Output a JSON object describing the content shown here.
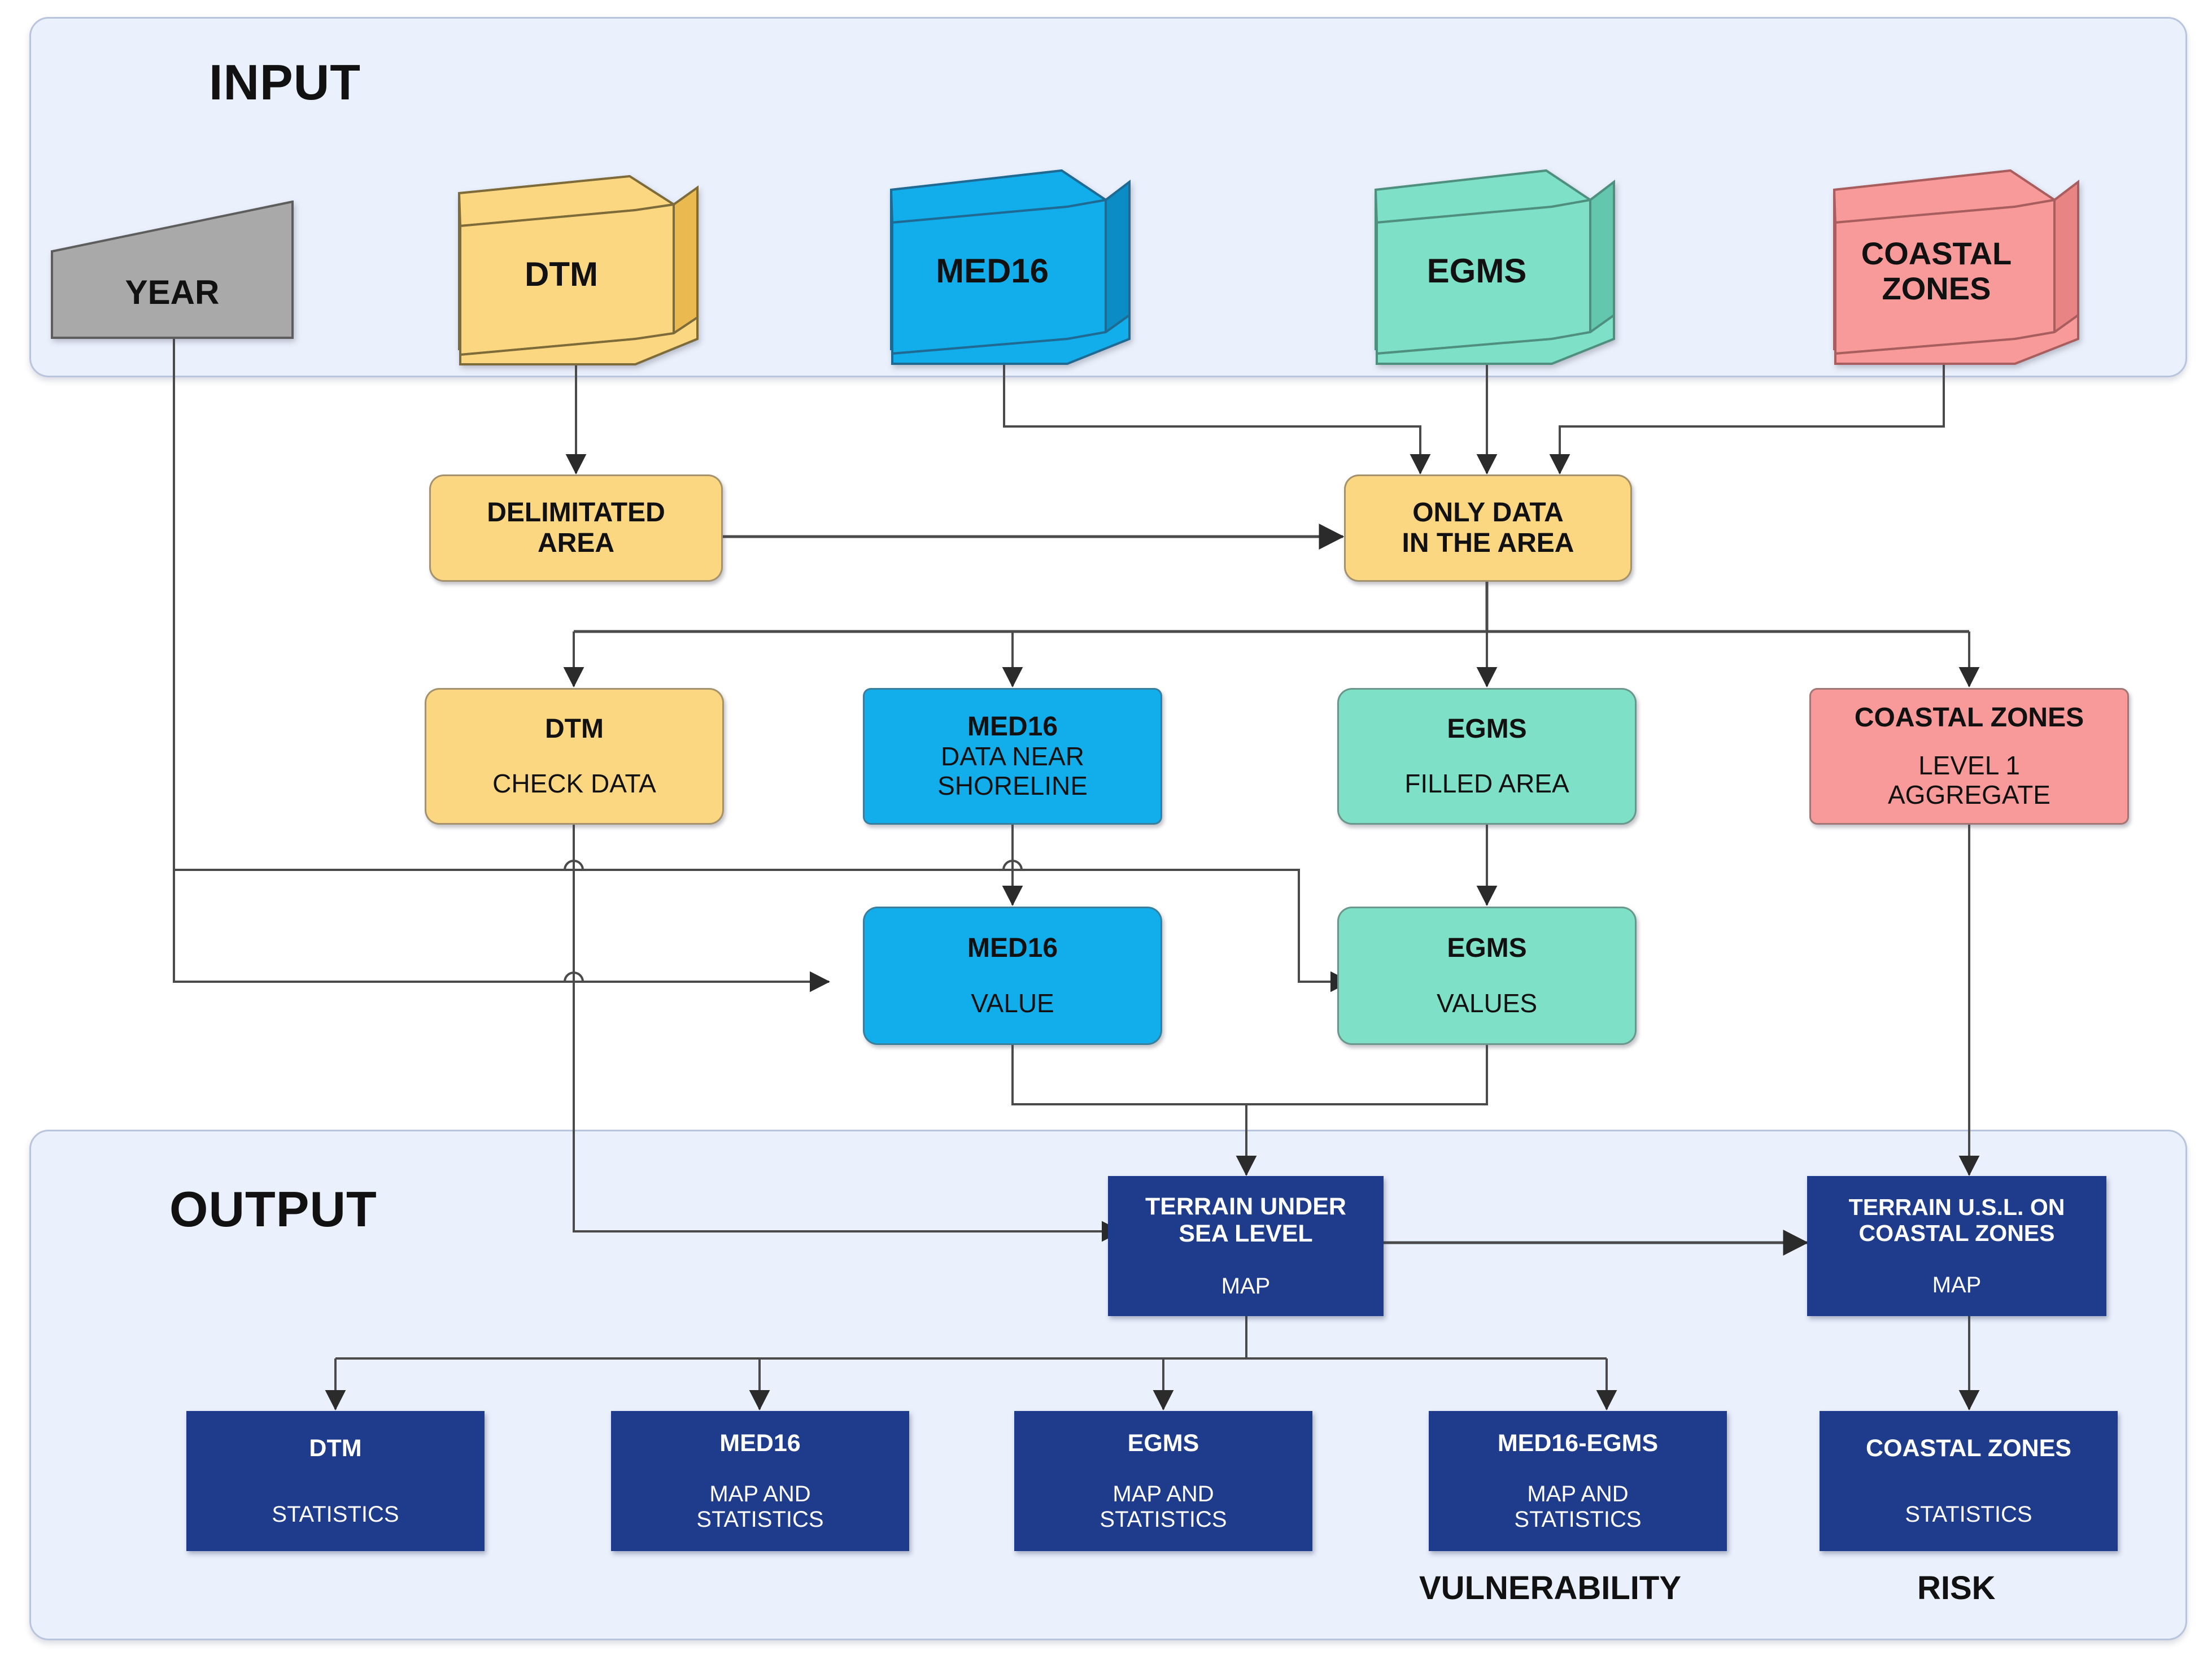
{
  "sections": {
    "input": {
      "title": "INPUT"
    },
    "output": {
      "title": "OUTPUT"
    }
  },
  "input_sources": [
    {
      "name": "YEAR",
      "label": "YEAR",
      "shape": "trapezoid",
      "color": "#a9a9a9"
    },
    {
      "name": "DTM",
      "label": "DTM",
      "shape": "wave-3d",
      "color": "#fcd782"
    },
    {
      "name": "MED16",
      "label": "MED16",
      "shape": "wave-3d",
      "color": "#12aeec"
    },
    {
      "name": "EGMS",
      "label": "EGMS",
      "shape": "wave-3d",
      "color": "#7fe0c8"
    },
    {
      "name": "COASTAL ZONES",
      "label_line1": "COASTAL",
      "label_line2": "ZONES",
      "shape": "wave-3d",
      "color": "#f99a9a"
    }
  ],
  "process_row1": [
    {
      "title": "DELIMITATED",
      "title2": "AREA",
      "color": "#fcd782"
    },
    {
      "title": "ONLY DATA",
      "title2": "IN THE AREA",
      "color": "#fcd782"
    }
  ],
  "process_row2": [
    {
      "title": "DTM",
      "sub1": "CHECK DATA",
      "sub2": "",
      "color": "#fcd782"
    },
    {
      "title": "MED16",
      "sub1": "DATA NEAR",
      "sub2": "SHORELINE",
      "color": "#12aeec"
    },
    {
      "title": "EGMS",
      "sub1": "FILLED AREA",
      "sub2": "",
      "color": "#7fe0c8"
    },
    {
      "title": "COASTAL ZONES",
      "sub1": "LEVEL 1",
      "sub2": "AGGREGATE",
      "color": "#f99a9a"
    }
  ],
  "process_row3": [
    {
      "title": "MED16",
      "sub1": "VALUE",
      "color": "#12aeec"
    },
    {
      "title": "EGMS",
      "sub1": "VALUES",
      "color": "#7fe0c8"
    }
  ],
  "output_maps": [
    {
      "title": "TERRAIN UNDER",
      "title2": "SEA LEVEL",
      "sub": "MAP",
      "color": "#1f3c8c"
    },
    {
      "title": "TERRAIN U.S.L. ON",
      "title2": "COASTAL ZONES",
      "sub": "MAP",
      "color": "#1f3c8c"
    }
  ],
  "output_stats": [
    {
      "title": "DTM",
      "sub1": "STATISTICS",
      "sub2": "",
      "color": "#1f3c8c"
    },
    {
      "title": "MED16",
      "sub1": "MAP AND",
      "sub2": "STATISTICS",
      "color": "#1f3c8c"
    },
    {
      "title": "EGMS",
      "sub1": "MAP AND",
      "sub2": "STATISTICS",
      "color": "#1f3c8c"
    },
    {
      "title": "MED16-EGMS",
      "sub1": "MAP AND",
      "sub2": "STATISTICS",
      "color": "#1f3c8c"
    },
    {
      "title": "COASTAL ZONES",
      "sub1": "STATISTICS",
      "sub2": "",
      "color": "#1f3c8c"
    }
  ],
  "captions": [
    {
      "label": "VULNERABILITY"
    },
    {
      "label": "RISK"
    }
  ],
  "colors": {
    "panel_fill": "#eaf0fc",
    "panel_stroke": "#b9c4dd",
    "yellow": "#fcd782",
    "blue": "#12aeec",
    "teal": "#7fe0c8",
    "pink": "#f99a9a",
    "grey": "#a9a9a9",
    "navy": "#1f3c8c",
    "wire": "#4a4a4a"
  }
}
